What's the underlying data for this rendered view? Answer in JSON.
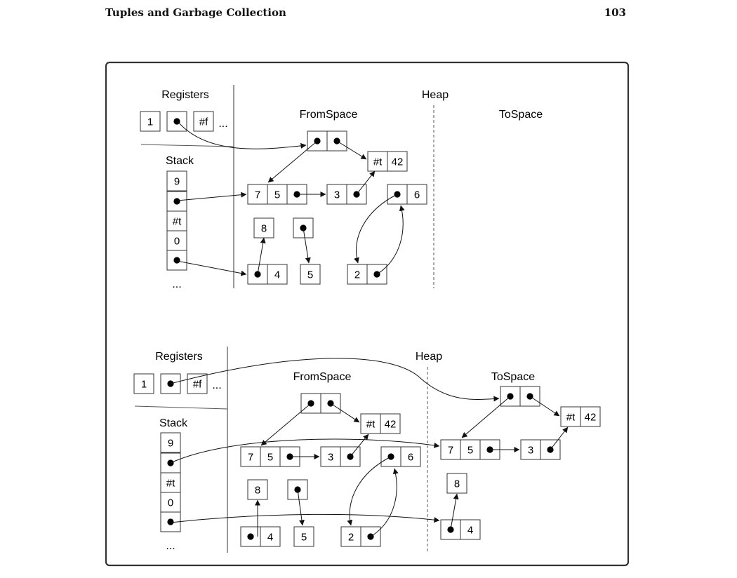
{
  "header": {
    "title": "Tuples and Garbage Collection",
    "page_number": "103"
  },
  "panels": [
    {
      "labels": {
        "registers": "Registers",
        "stack": "Stack",
        "heap": "Heap",
        "fromspace": "FromSpace",
        "tospace": "ToSpace"
      },
      "registers": [
        "1",
        "•",
        "#f"
      ],
      "registers_more": "...",
      "stack": [
        "9",
        "•",
        "#t",
        "0",
        "•"
      ],
      "stack_more": "...",
      "tuples": [
        {
          "id": "a",
          "cells": [
            "•",
            "•"
          ]
        },
        {
          "id": "b",
          "cells": [
            "#t",
            "42"
          ]
        },
        {
          "id": "c",
          "cells": [
            "7",
            "5",
            "•"
          ]
        },
        {
          "id": "d",
          "cells": [
            "3",
            "•"
          ]
        },
        {
          "id": "e",
          "cells": [
            "•",
            "6"
          ]
        },
        {
          "id": "f",
          "cells": [
            "8"
          ]
        },
        {
          "id": "g",
          "cells": [
            "•"
          ]
        },
        {
          "id": "h",
          "cells": [
            "•",
            "4"
          ]
        },
        {
          "id": "i",
          "cells": [
            "5"
          ]
        },
        {
          "id": "j",
          "cells": [
            "2",
            "•"
          ]
        }
      ]
    },
    {
      "labels": {
        "registers": "Registers",
        "stack": "Stack",
        "heap": "Heap",
        "fromspace": "FromSpace",
        "tospace": "ToSpace"
      },
      "registers": [
        "1",
        "•",
        "#f"
      ],
      "registers_more": "...",
      "stack": [
        "9",
        "•",
        "#t",
        "0",
        "•"
      ],
      "stack_more": "...",
      "tuples": [
        {
          "id": "a",
          "cells": [
            "•",
            "•"
          ]
        },
        {
          "id": "b",
          "cells": [
            "#t",
            "42"
          ]
        },
        {
          "id": "c",
          "cells": [
            "7",
            "5",
            "•"
          ]
        },
        {
          "id": "d",
          "cells": [
            "3",
            "•"
          ]
        },
        {
          "id": "e",
          "cells": [
            "•",
            "6"
          ]
        },
        {
          "id": "f",
          "cells": [
            "8"
          ]
        },
        {
          "id": "g",
          "cells": [
            "•"
          ]
        },
        {
          "id": "h",
          "cells": [
            "•",
            "4"
          ]
        },
        {
          "id": "i",
          "cells": [
            "5"
          ]
        },
        {
          "id": "j",
          "cells": [
            "2",
            "•"
          ]
        },
        {
          "id": "ta",
          "cells": [
            "•",
            "•"
          ]
        },
        {
          "id": "tb",
          "cells": [
            "#t",
            "42"
          ]
        },
        {
          "id": "tc",
          "cells": [
            "7",
            "5",
            "•"
          ]
        },
        {
          "id": "td",
          "cells": [
            "3",
            "•"
          ]
        },
        {
          "id": "tf",
          "cells": [
            "8"
          ]
        },
        {
          "id": "th",
          "cells": [
            "•",
            "4"
          ]
        }
      ]
    }
  ]
}
